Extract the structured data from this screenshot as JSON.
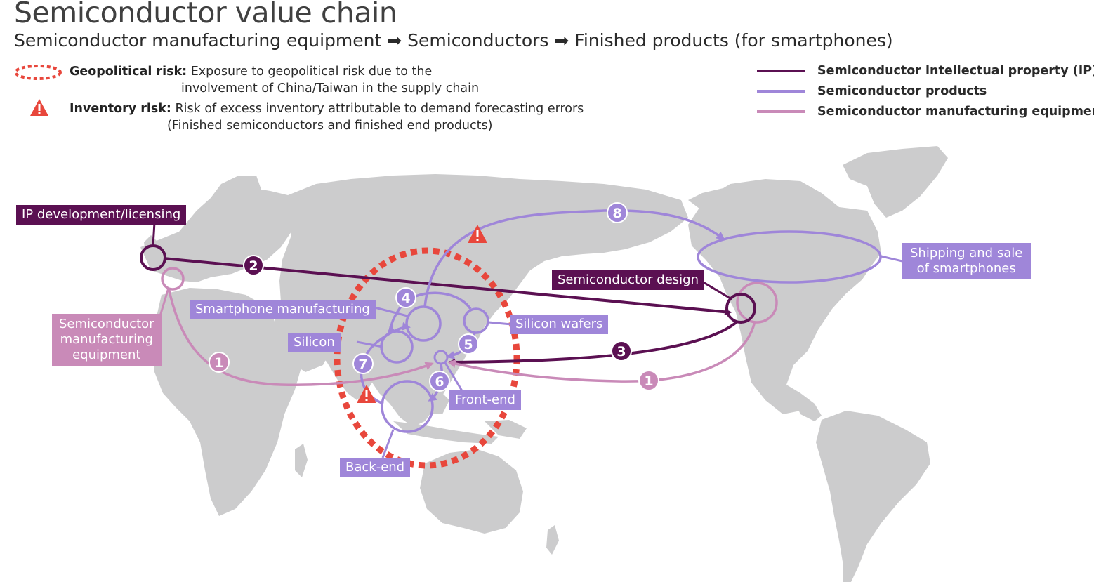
{
  "title": "Semiconductor value chain",
  "subtitle": {
    "part1": "Semiconductor manufacturing equipment",
    "part2": "Semiconductors",
    "part3": "Finished products (for smartphones)",
    "arrow_glyph": "➡"
  },
  "risk_legend": {
    "geo_label": "Geopolitical risk:",
    "geo_text1": "Exposure to geopolitical risk due to the",
    "geo_text2": "involvement of China/Taiwan in the supply chain",
    "inv_label": "Inventory risk:",
    "inv_text1": "Risk of excess inventory attributable to demand forecasting errors",
    "inv_text2": "(Finished semiconductors and finished end products)"
  },
  "line_legend": [
    {
      "label": "Semiconductor intellectual property (IP)",
      "color": "#5b1052"
    },
    {
      "label": "Semiconductor products",
      "color": "#9f86d9"
    },
    {
      "label": "Semiconductor manufacturing equipment",
      "color": "#c98ab8"
    }
  ],
  "colors": {
    "ip": "#5b1052",
    "products": "#9f86d9",
    "equipment": "#c98ab8",
    "risk": "#e8473c",
    "land": "#cccccd"
  },
  "labels": {
    "ip_dev": "IP development/licensing",
    "equip_1": "Semiconductor",
    "equip_2": "manufacturing",
    "equip_3": "equipment",
    "smartphone_mfg": "Smartphone manufacturing",
    "silicon": "Silicon",
    "silicon_wafers": "Silicon wafers",
    "front_end": "Front-end",
    "back_end": "Back-end",
    "semi_design": "Semiconductor design",
    "shipping_1": "Shipping and sale",
    "shipping_2": "of smartphones"
  },
  "steps": {
    "s1a": "1",
    "s1b": "1",
    "s2": "2",
    "s3": "3",
    "s4": "4",
    "s5": "5",
    "s6": "6",
    "s7": "7",
    "s8": "8"
  },
  "icons": {
    "geo_legend": "dotted-ring-icon",
    "inv_legend": "warning-triangle-icon",
    "arrow": "right-arrow-icon"
  }
}
